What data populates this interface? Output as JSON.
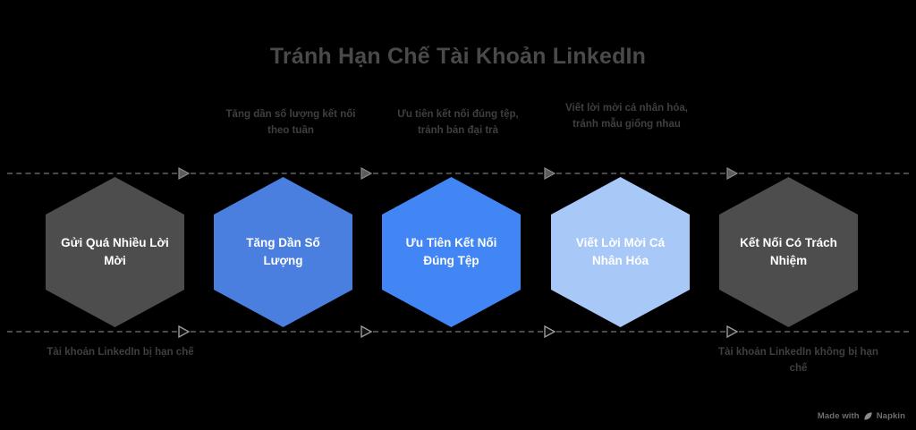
{
  "title": "Tránh Hạn Chế Tài Khoản LinkedIn",
  "colors": {
    "background": "#000000",
    "title_text": "#4a4a4a",
    "annotation_text": "#3f3f3f",
    "node_text": "#ffffff",
    "connector": "#4a4a4a",
    "hex_gray": "#4d4d4d",
    "hex_blue_medium": "#4a7fe0",
    "hex_blue_bright": "#4285f4",
    "hex_blue_light": "#a8c8f8"
  },
  "nodes": [
    {
      "label": "Gửi Quá Nhiều Lời Mời",
      "color": "#4d4d4d"
    },
    {
      "label": "Tăng Dần Số Lượng",
      "color": "#4a7fe0"
    },
    {
      "label": "Ưu Tiên Kết Nối Đúng Tệp",
      "color": "#4285f4"
    },
    {
      "label": "Viết Lời Mời Cá Nhân Hóa",
      "color": "#a8c8f8"
    },
    {
      "label": "Kết Nối Có Trách Nhiệm",
      "color": "#4d4d4d"
    }
  ],
  "annotations_top": [
    "Tăng dần số lượng kết nối theo tuần",
    "Ưu tiên kết nối đúng tệp, tránh bản đại trà",
    "Viết lời mời cá nhân hóa, tránh mẫu giống nhau"
  ],
  "annotations_bottom": [
    "Tài khoản LinkedIn bị hạn chế",
    "Tài khoản LinkedIn không bị hạn chế"
  ],
  "watermark": {
    "prefix": "Made with",
    "brand": "Napkin",
    "icon": "leaf-icon"
  }
}
